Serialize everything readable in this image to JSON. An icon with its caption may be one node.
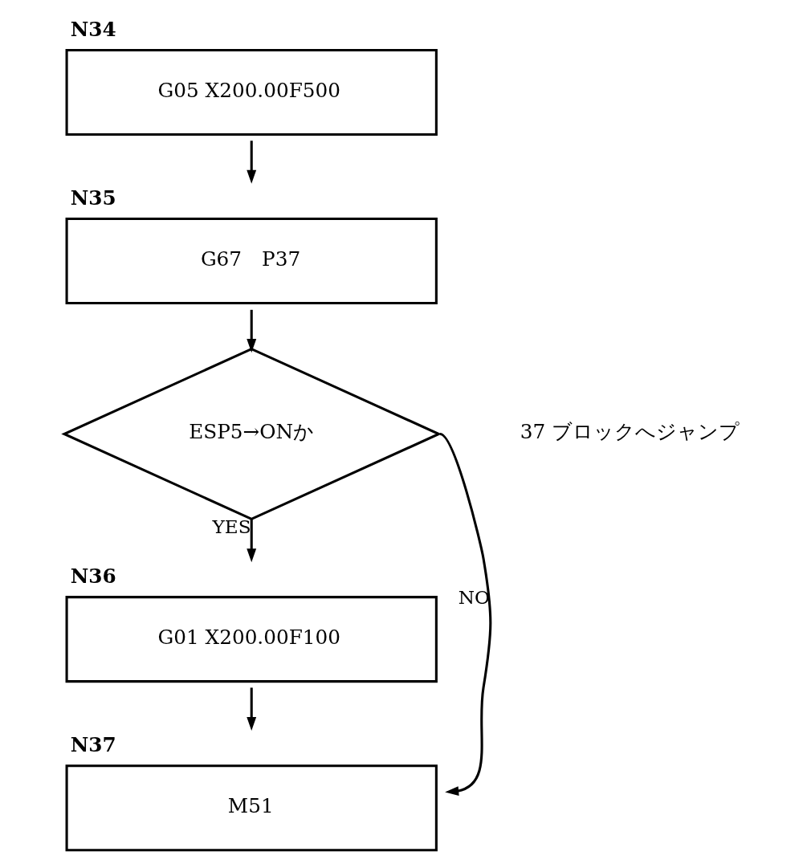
{
  "diagram": {
    "nodes": [
      {
        "text": [
          "N34",
          "G05 X200.00F500"
        ]
      },
      {
        "text": [
          "N35",
          "G67　P37"
        ]
      },
      {
        "text": [
          "ESP5→ONか"
        ]
      },
      {
        "text": [
          "N36",
          "G01 X200.00F100"
        ]
      },
      {
        "text": [
          "N37",
          "M51"
        ]
      }
    ],
    "edges": [
      {
        "from": 0,
        "to": 1,
        "arrow": "to"
      },
      {
        "from": 1,
        "to": 2,
        "arrow": "to"
      },
      {
        "from": 2,
        "to": 3,
        "arrow": "to",
        "label": "YES"
      },
      {
        "from": 3,
        "to": 4,
        "arrow": "to"
      },
      {
        "from": 2,
        "to": 4,
        "arrow": "to",
        "label": "NO"
      }
    ],
    "labels": [
      "37 ブロックへジャンプ"
    ]
  }
}
